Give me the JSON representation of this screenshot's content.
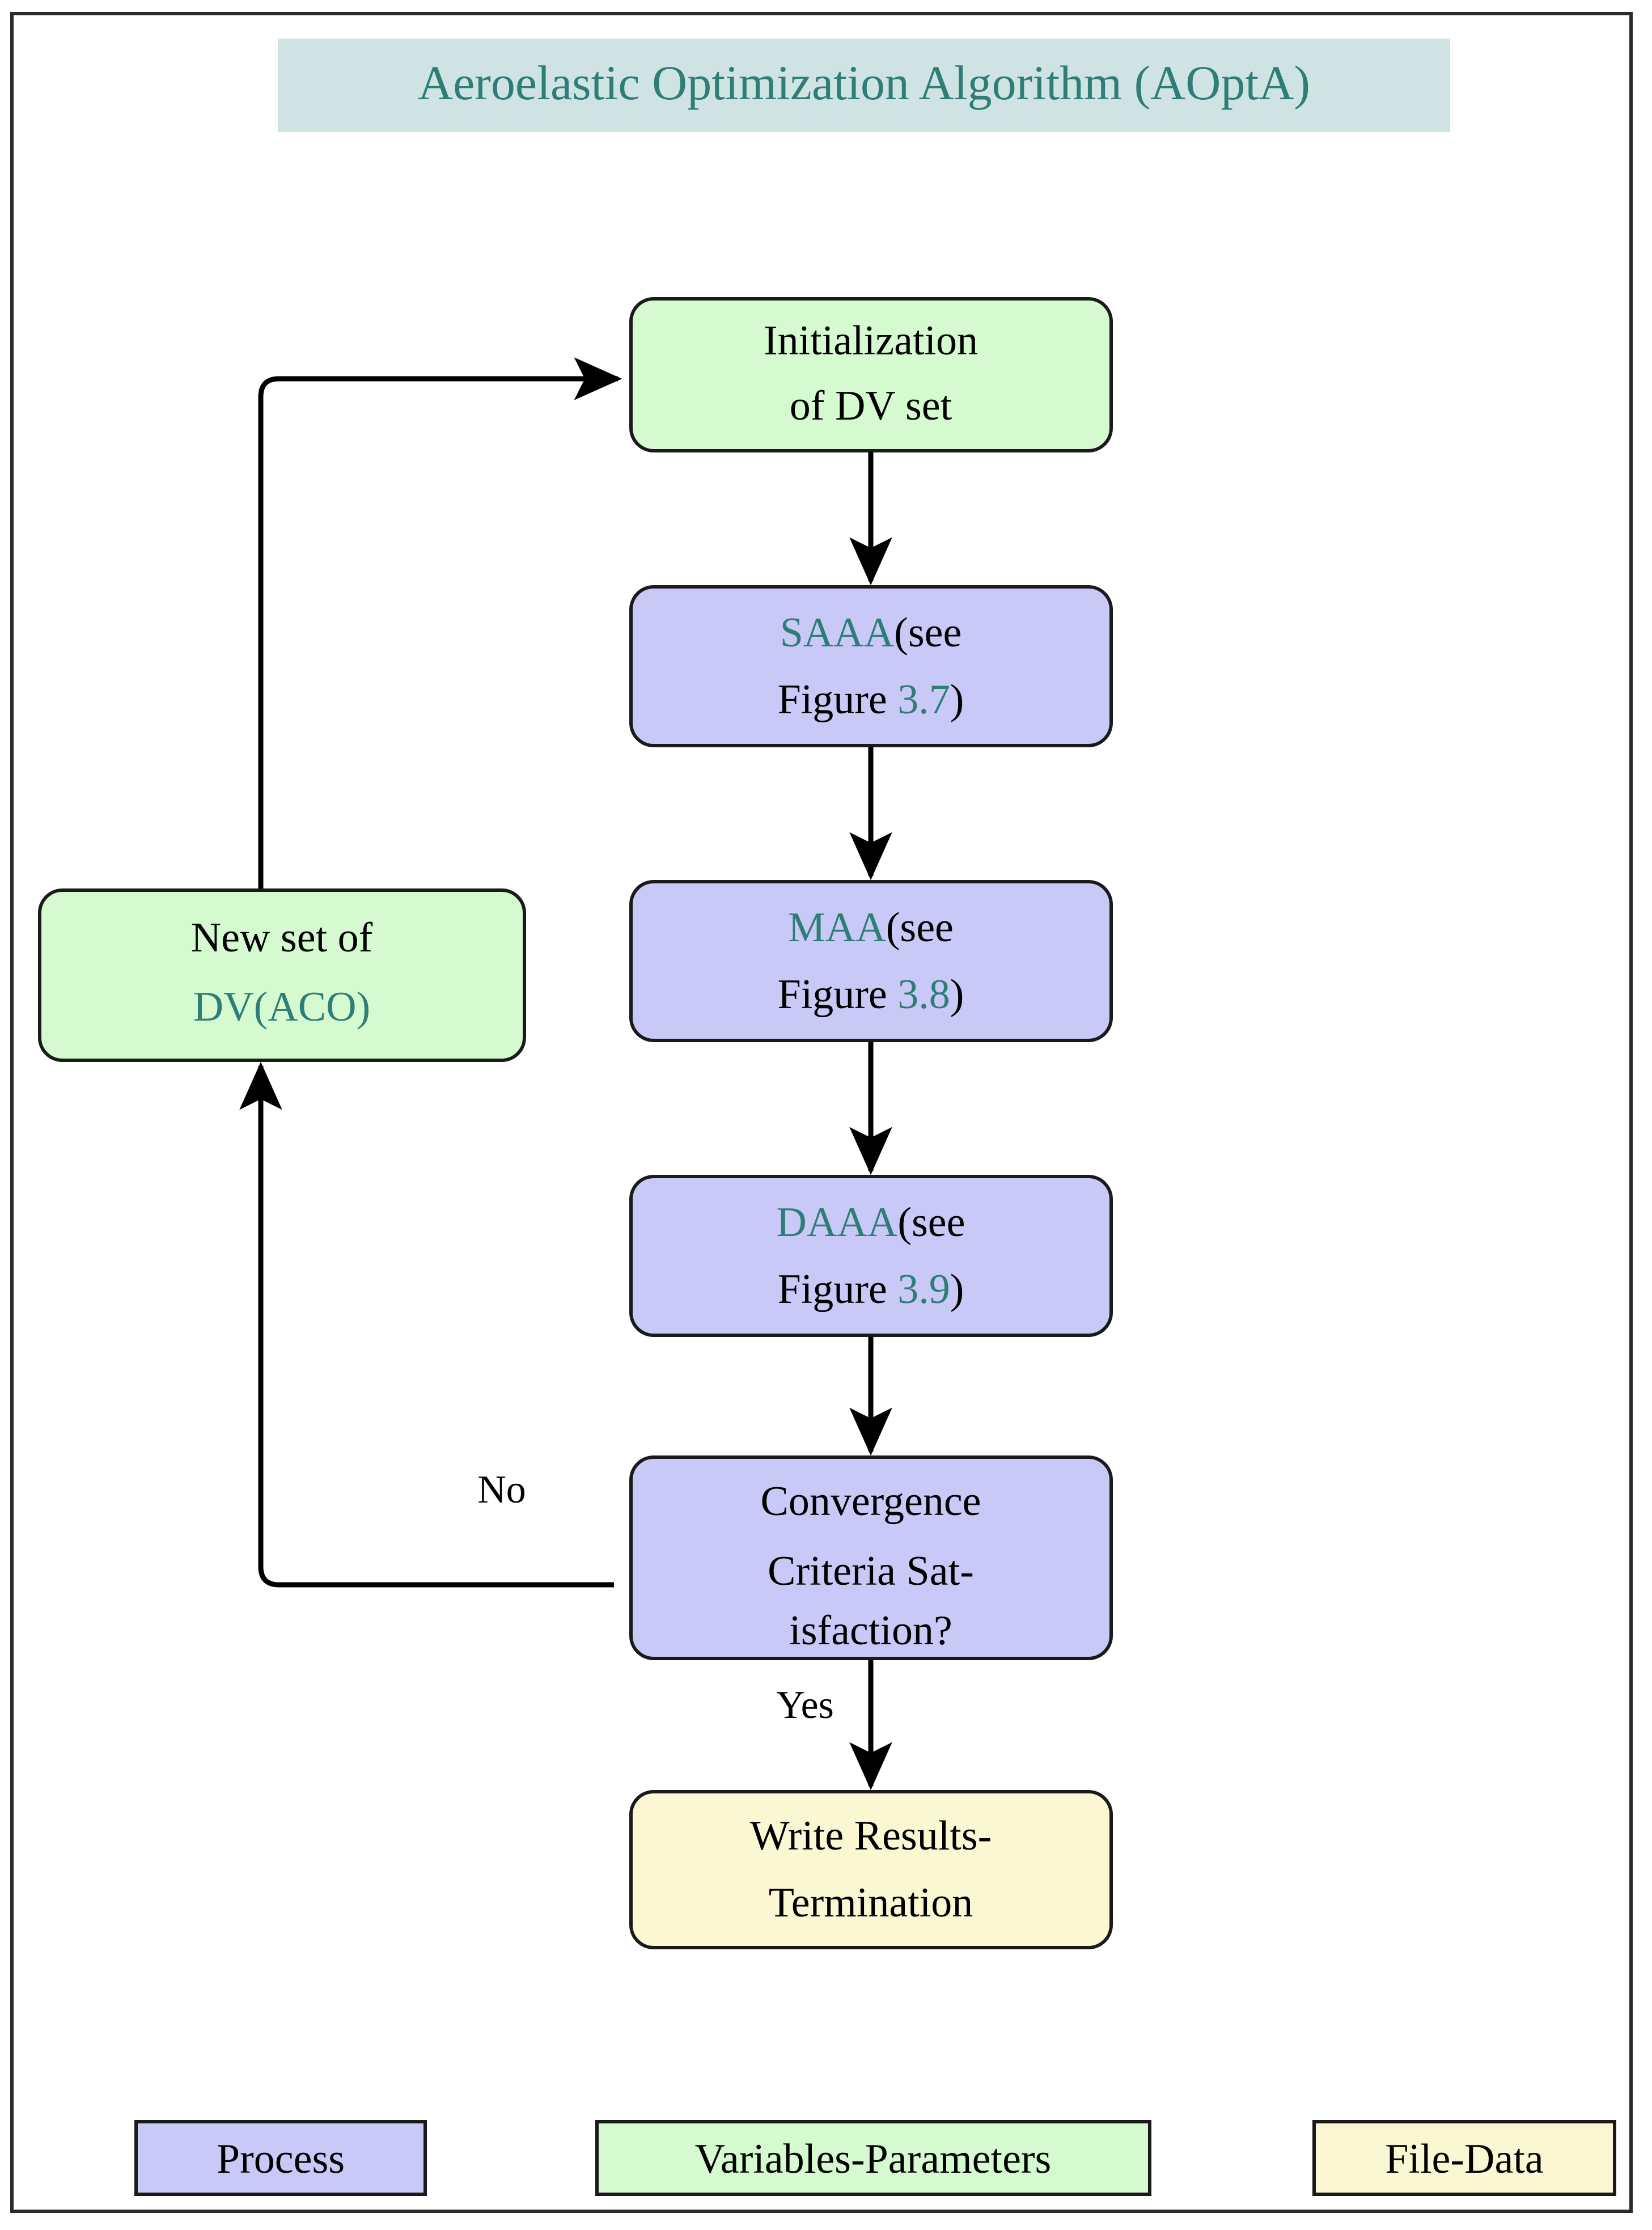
{
  "title": {
    "text": "Aeroelastic Optimization Algorithm (AOptA)",
    "band_color": "#CFE3E3",
    "text_color": "#2E7D77"
  },
  "colors": {
    "process": "#C9C9F7",
    "variables_parameters": "#D5FAD0",
    "file_data": "#FAF7D2",
    "accent_teal": "#2E7D77",
    "stroke": "#1A1A1A",
    "frame": "#2B2B2B"
  },
  "nodes": {
    "init": {
      "type": "variables-parameters",
      "line1": "Initialization",
      "line2": "of DV set"
    },
    "saaa": {
      "type": "process",
      "line1_a": "SAAA",
      "line1_b": "(see",
      "line2_a": "Figure ",
      "line2_b": "3.7",
      "line2_c": ")"
    },
    "maa": {
      "type": "process",
      "line1_a": "MAA",
      "line1_b": "(see",
      "line2_a": "Figure ",
      "line2_b": "3.8",
      "line2_c": ")"
    },
    "daaa": {
      "type": "process",
      "line1_a": "DAAA",
      "line1_b": "(see",
      "line2_a": "Figure ",
      "line2_b": "3.9",
      "line2_c": ")"
    },
    "convergence": {
      "type": "process",
      "line1": "Convergence",
      "line2": "Criteria Sat-",
      "line3": "isfaction?"
    },
    "newset": {
      "type": "variables-parameters",
      "line1": "New set of",
      "line2": "DV(ACO)"
    },
    "terminate": {
      "type": "file-data",
      "line1": "Write Results-",
      "line2": "Termination"
    }
  },
  "edges": {
    "no_label": "No",
    "yes_label": "Yes"
  },
  "legend": [
    {
      "label": "Process",
      "color": "#C9C9F7"
    },
    {
      "label": "Variables-Parameters",
      "color": "#D5FAD0"
    },
    {
      "label": "File-Data",
      "color": "#FAF7D2"
    }
  ]
}
